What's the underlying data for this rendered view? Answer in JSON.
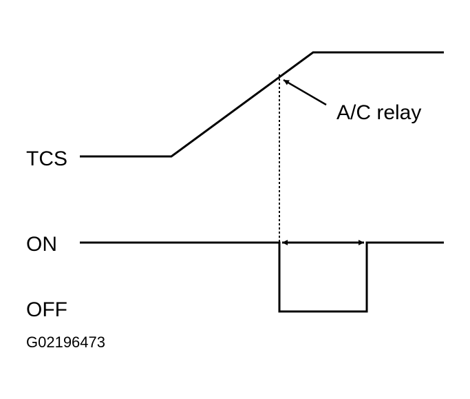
{
  "labels": {
    "tcs": "TCS",
    "on": "ON",
    "off": "OFF",
    "annotation": "A/C relay",
    "figure_id": "G02196473"
  },
  "colors": {
    "line": "#000000",
    "background": "#ffffff"
  }
}
